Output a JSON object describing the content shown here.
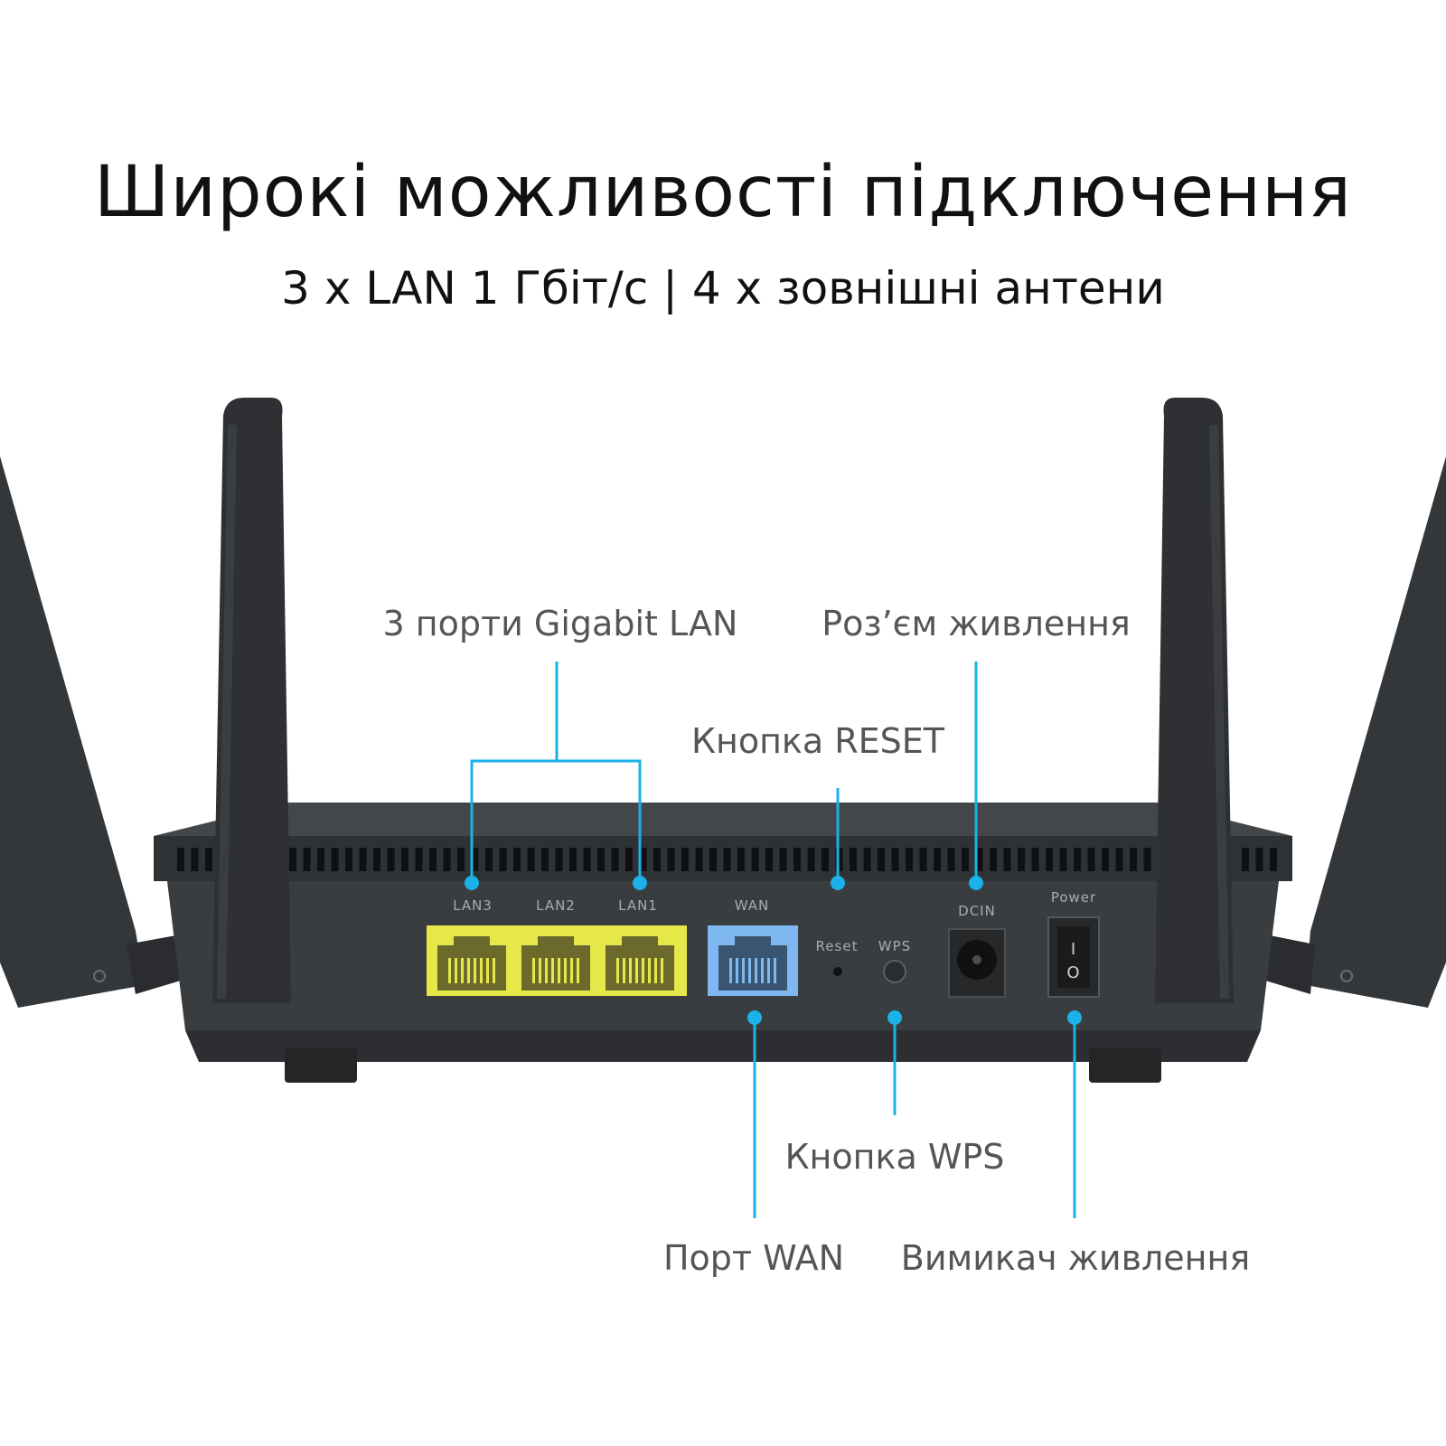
{
  "headline": "Широкі можливості підключення",
  "subheadline": "3 x LAN 1 Гбіт/с | 4 x зовнішні антени",
  "callouts": {
    "lan": "3 порти Gigabit LAN",
    "power_jack": "Роз’єм живлення",
    "reset": "Кнопка RESET",
    "wps": "Кнопка WPS",
    "wan": "Порт WAN",
    "power_switch": "Вимикач живлення"
  },
  "device_labels": {
    "lan3": "LAN3",
    "lan2": "LAN2",
    "lan1": "LAN1",
    "wan": "WAN",
    "reset": "Reset",
    "wps": "WPS",
    "dcin": "DCIN",
    "power": "Power",
    "switch_on": "I",
    "switch_off": "O"
  },
  "colors": {
    "accent": "#1ab2e8",
    "lan_port": "#e6e84a",
    "wan_port": "#7fb8f0",
    "router_body": "#3a3d40"
  }
}
